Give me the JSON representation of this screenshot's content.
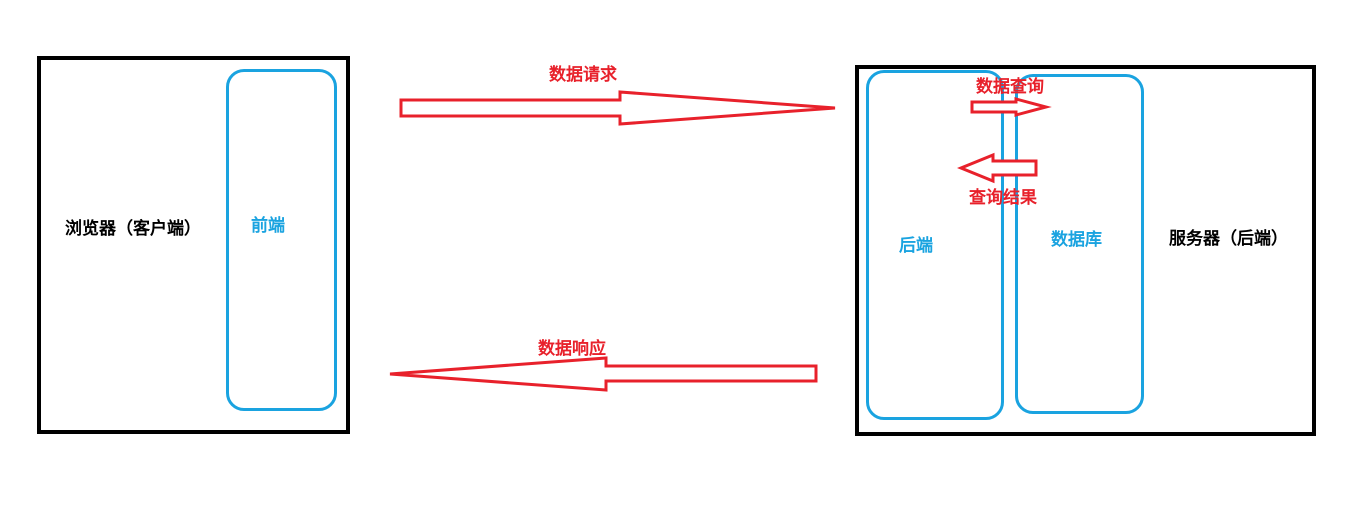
{
  "browser": {
    "label": "浏览器（客户端）"
  },
  "frontend": {
    "label": "前端"
  },
  "server": {
    "label": "服务器（后端）"
  },
  "backend": {
    "label": "后端"
  },
  "database": {
    "label": "数据库"
  },
  "arrows": {
    "request": "数据请求",
    "response": "数据响应",
    "query": "数据查询",
    "result": "查询结果"
  },
  "colors": {
    "border": "#000000",
    "component": "#1aa3e0",
    "arrow": "#e8212b"
  }
}
